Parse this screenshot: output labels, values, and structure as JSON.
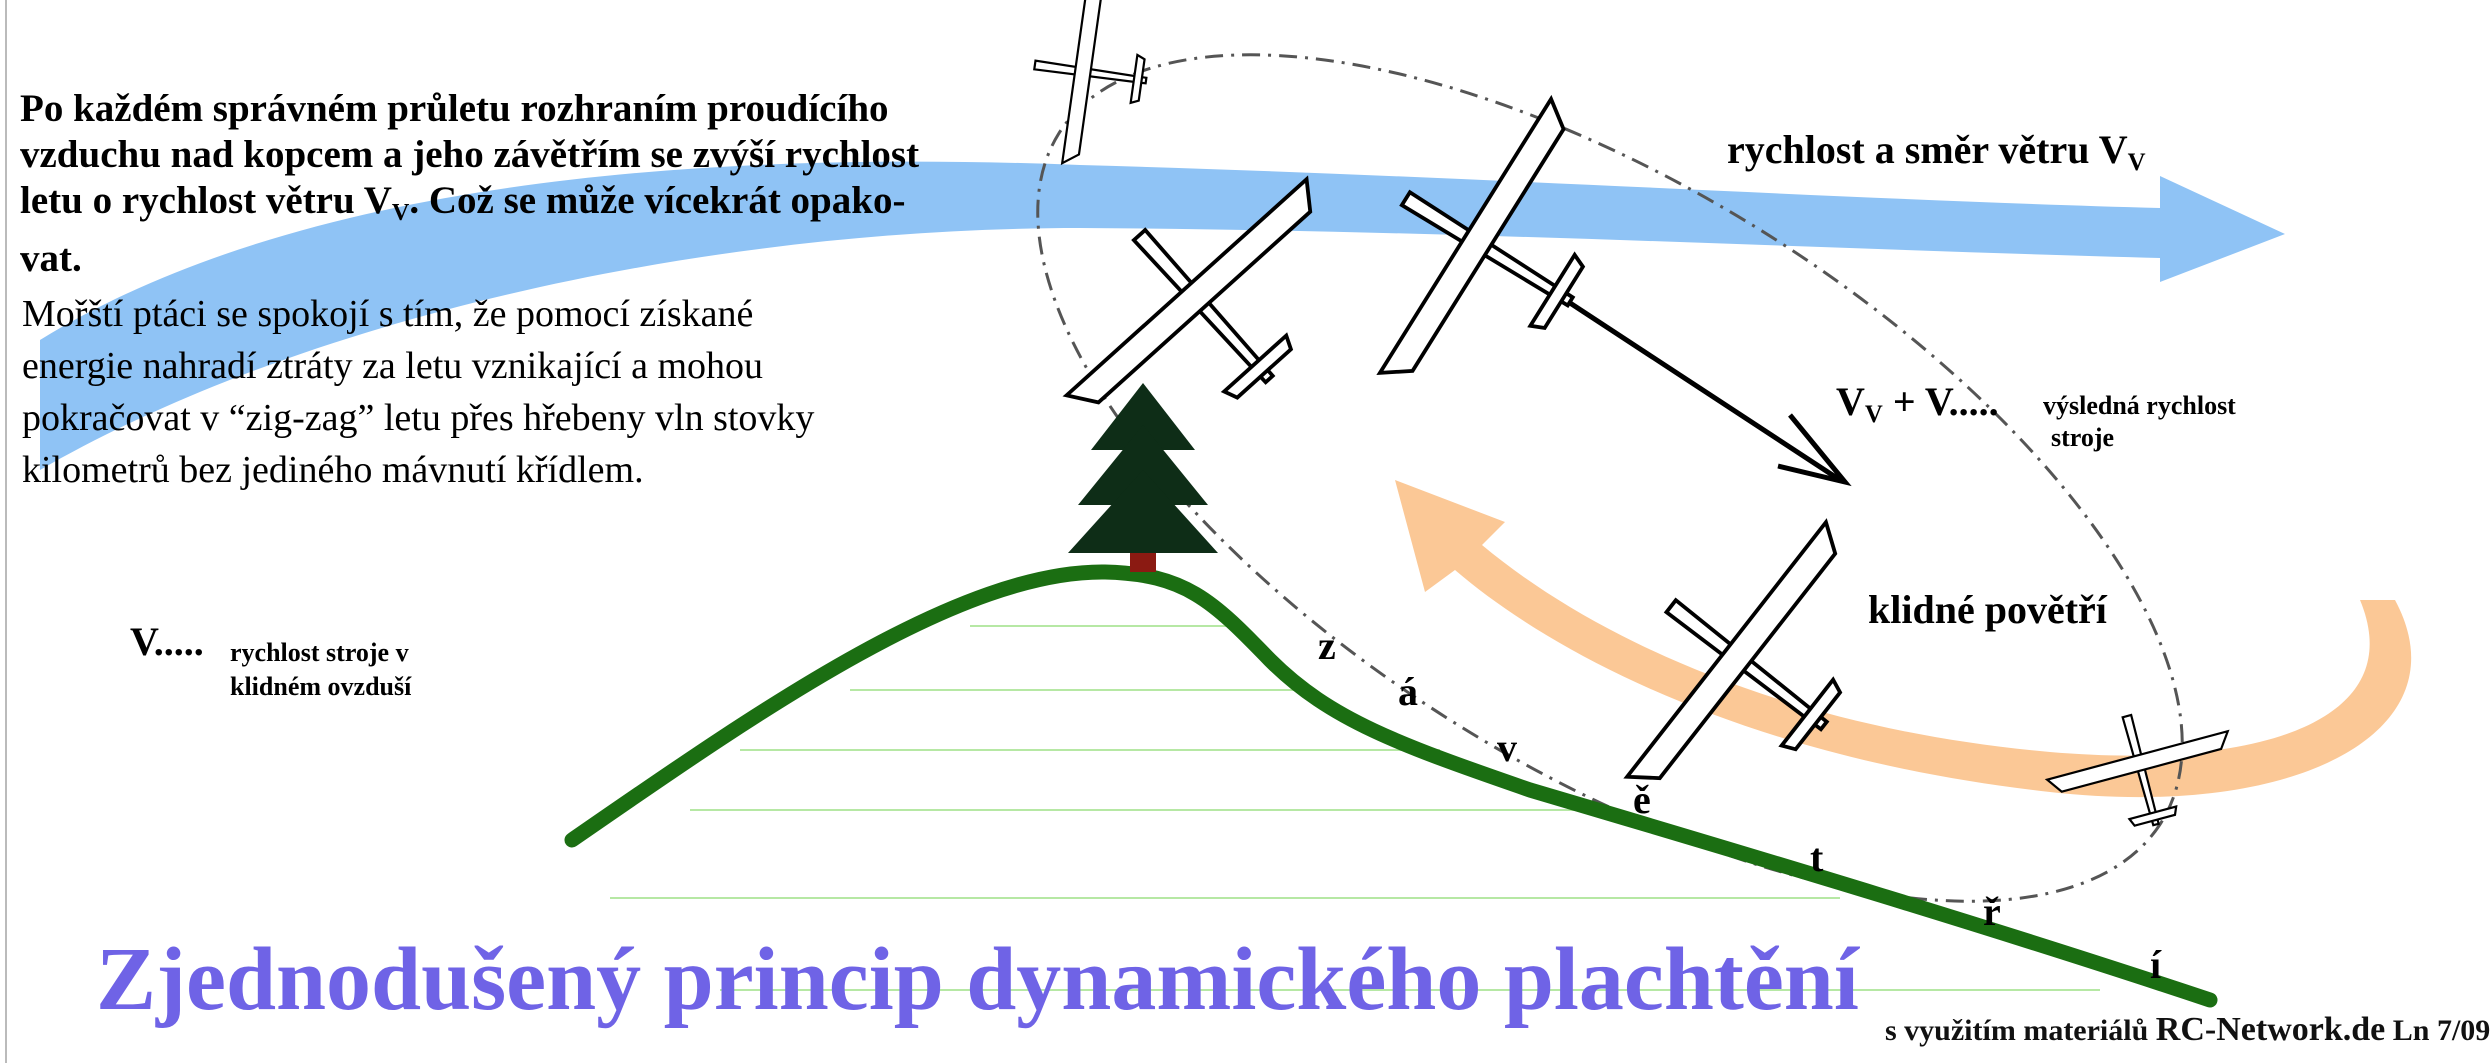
{
  "intro_bold": [
    "Po každém správném průletu rozhraním proudícího",
    " vzduchu nad kopcem a jeho závětřím se zvýší rychlost",
    " letu o rychlost větru V",
    ". Což se může vícekrát opako-",
    "vat."
  ],
  "intro_sub": "V",
  "intro_normal": [
    "Mořští ptáci se spokojí s tím, že pomocí získané",
    "energie nahradí ztráty za letu vznikající a mohou",
    "pokračovat v “zig-zag” letu přes hřebeny vln  stovky",
    " kilometrů bez jediného mávnutí křídlem."
  ],
  "wind_label": {
    "text": "rychlost a směr větru  V",
    "sub": "V"
  },
  "result_label": {
    "v1": "V",
    "sub": "V",
    "plus": " +  V.....",
    "note_line1": "výsledná rychlost",
    "note_line2": "stroje"
  },
  "calm_label": "klidné  povětří",
  "speed_label": {
    "v": "V.....",
    "line1": "rychlost stroje v",
    "line2": "klidném ovzduší"
  },
  "zavetri_letters": [
    "z",
    "á",
    "v",
    "ě",
    "t",
    "ř",
    "í"
  ],
  "title": "Zjednodušený princip dynamického plachtění",
  "credit": {
    "prefix": "s využitím materiálů ",
    "site": "RC-Network.de",
    "suffix": "  Ln 7/09"
  },
  "colors": {
    "wind_arrow": "#8fc3f5",
    "calm_arrow": "#fbc896",
    "hill": "#1b6e12",
    "hill_hatch": "#b6e8a4",
    "tree": "#0e2d17",
    "trunk": "#8b1a12",
    "title": "#6f63e6"
  },
  "icons": [
    "glider-icon",
    "tree-icon",
    "wind-arrow-icon",
    "result-arrow-icon"
  ]
}
